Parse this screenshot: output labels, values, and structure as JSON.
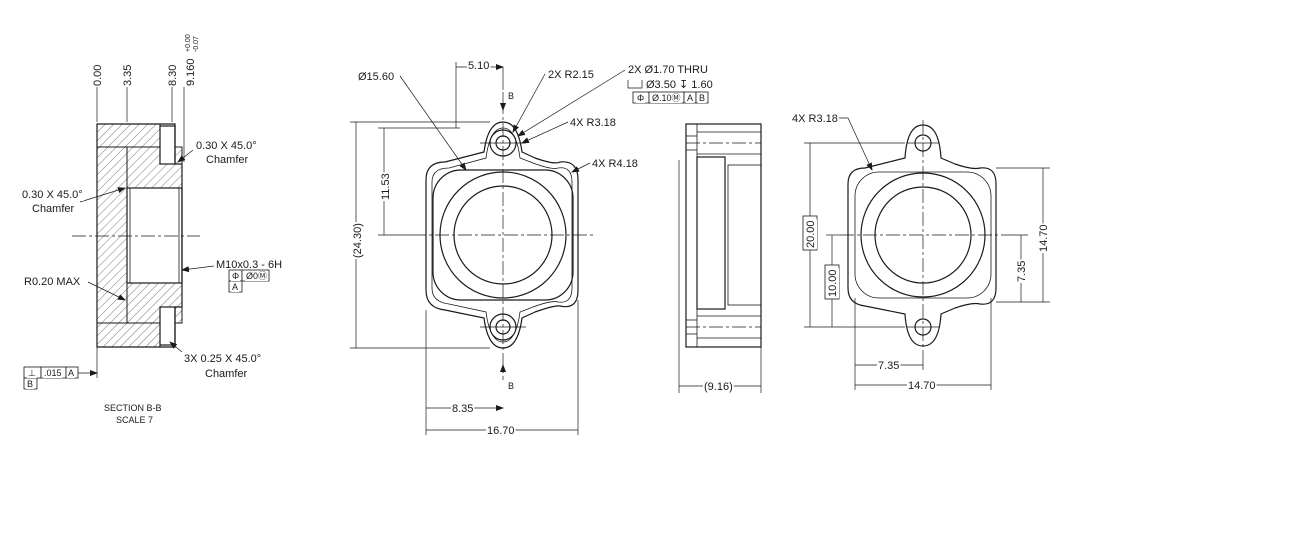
{
  "section_view": {
    "dim_0": "0.00",
    "dim_335": "3.35",
    "dim_830": "8.30",
    "dim_9160": "9.160",
    "tol_plus": "+0.00",
    "tol_minus": "-0.07",
    "chamfer_top_1": "0.30 X 45.0°",
    "chamfer_top_2": "Chamfer",
    "chamfer_left_1": "0.30 X 45.0°",
    "chamfer_left_2": "Chamfer",
    "radius_max": "R0.20 MAX",
    "thread": "M10x0.3 - 6H",
    "thread_fcf_sym": "Φ",
    "thread_fcf_tol": "Ø0Ⓜ",
    "thread_fcf_datum": "A",
    "chamfer_bottom_1": "3X 0.25 X 45.0°",
    "chamfer_bottom_2": "Chamfer",
    "perp_sym": "⊥",
    "perp_tol": ".015",
    "perp_datum": "A",
    "datum_b": "B",
    "section_title": "SECTION B-B",
    "section_scale": "SCALE 7"
  },
  "front_view": {
    "dia_1560": "Ø15.60",
    "dim_510": "5.10",
    "radius_2x": "2X R2.15",
    "hole_1": "2X Ø1.70 THRU",
    "hole_2": "Ø3.50 ↧ 1.60",
    "hole_fcf_sym": "Φ",
    "hole_fcf_tol": "Ø.10Ⓜ",
    "hole_fcf_a": "A",
    "hole_fcf_b": "B",
    "radius_4x_318": "4X R3.18",
    "radius_4x_418": "4X R4.18",
    "dim_1153": "11.53",
    "dim_2430": "(24.30)",
    "dim_835": "8.35",
    "dim_1670": "16.70",
    "section_b_top": "B",
    "section_b_bottom": "B"
  },
  "side_view": {
    "dim_916": "(9.16)"
  },
  "right_view": {
    "radius_4x": "4X R3.18",
    "dim_2000": "20.00",
    "dim_1000": "10.00",
    "dim_1470_v": "14.70",
    "dim_735_v": "7.35",
    "dim_735_h": "7.35",
    "dim_1470_h": "14.70"
  }
}
